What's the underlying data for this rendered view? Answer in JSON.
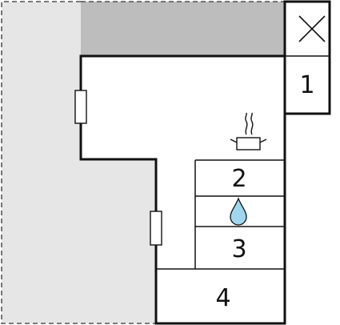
{
  "floorplan": {
    "rooms": [
      {
        "number": "1"
      },
      {
        "number": "2"
      },
      {
        "number": "3"
      },
      {
        "number": "4"
      }
    ],
    "icons": {
      "close": "close-icon",
      "cooking_pot": "cooking-pot-icon",
      "water_drop": "water-drop-icon"
    },
    "colors": {
      "wall": "#111111",
      "outside_area": "#e6e6e6",
      "balcony": "#bdbdbd",
      "water_drop": "#9fd8ee",
      "door": "#ffffff"
    }
  }
}
